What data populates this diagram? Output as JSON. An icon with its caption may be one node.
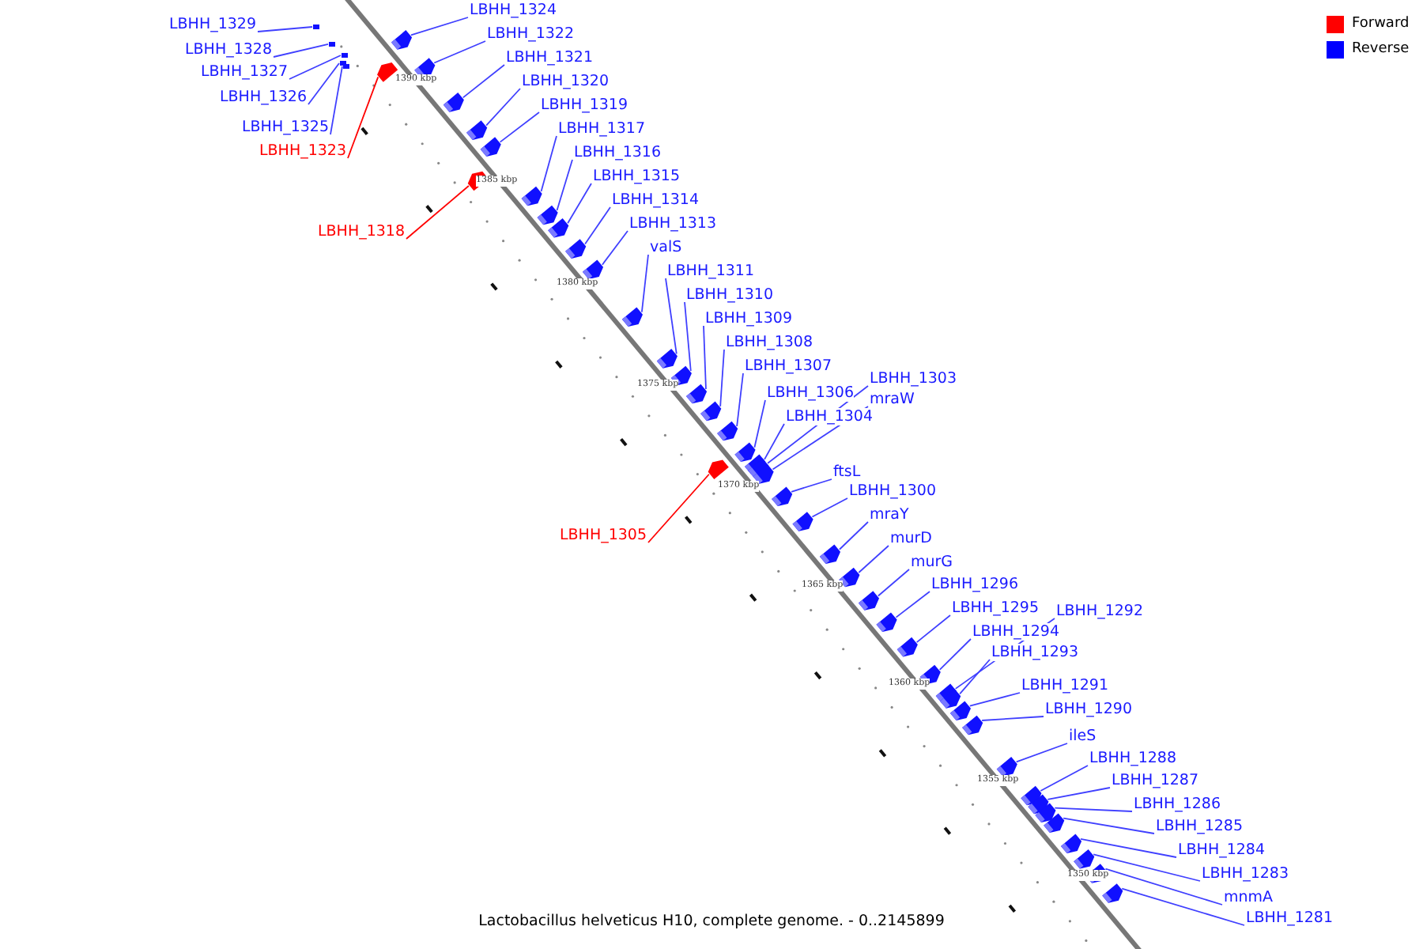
{
  "diagram": {
    "caption": "Lactobacillus helveticus H10, complete genome. - 0..2145899",
    "nodes": [
      {
        "text": [
          "LBHH_1324"
        ]
      },
      {
        "text": [
          "LBHH_1329"
        ]
      },
      {
        "text": [
          "LBHH_1322"
        ]
      },
      {
        "text": [
          "LBHH_1328"
        ]
      },
      {
        "text": [
          "LBHH_1321"
        ]
      },
      {
        "text": [
          "LBHH_1327"
        ]
      },
      {
        "text": [
          "LBHH_1320"
        ]
      },
      {
        "text": [
          "LBHH_1326"
        ]
      },
      {
        "text": [
          "LBHH_1319"
        ]
      },
      {
        "text": [
          "LBHH_1325"
        ]
      },
      {
        "text": [
          "LBHH_1317"
        ]
      },
      {
        "text": [
          "LBHH_1323"
        ]
      },
      {
        "text": [
          "LBHH_1316"
        ]
      },
      {
        "text": [
          "LBHH_1315"
        ]
      },
      {
        "text": [
          "LBHH_1314"
        ]
      },
      {
        "text": [
          "LBHH_1313"
        ]
      },
      {
        "text": [
          "LBHH_1318"
        ]
      },
      {
        "text": [
          "valS"
        ]
      },
      {
        "text": [
          "LBHH_1311"
        ]
      },
      {
        "text": [
          "LBHH_1310"
        ]
      },
      {
        "text": [
          "LBHH_1309"
        ]
      },
      {
        "text": [
          "LBHH_1308"
        ]
      },
      {
        "text": [
          "LBHH_1307"
        ]
      },
      {
        "text": [
          "LBHH_1303"
        ]
      },
      {
        "text": [
          "LBHH_1306"
        ]
      },
      {
        "text": [
          "mraW"
        ]
      },
      {
        "text": [
          "LBHH_1304"
        ]
      },
      {
        "text": [
          "ftsL"
        ]
      },
      {
        "text": [
          "LBHH_1300"
        ]
      },
      {
        "text": [
          "mraY"
        ]
      },
      {
        "text": [
          "LBHH_1305"
        ]
      },
      {
        "text": [
          "murD"
        ]
      },
      {
        "text": [
          "murG"
        ]
      },
      {
        "text": [
          "LBHH_1296"
        ]
      },
      {
        "text": [
          "LBHH_1295"
        ]
      },
      {
        "text": [
          "LBHH_1292"
        ]
      },
      {
        "text": [
          "LBHH_1294"
        ]
      },
      {
        "text": [
          "LBHH_1293"
        ]
      },
      {
        "text": [
          "LBHH_1291"
        ]
      },
      {
        "text": [
          "LBHH_1290"
        ]
      },
      {
        "text": [
          "ileS"
        ]
      },
      {
        "text": [
          "LBHH_1288"
        ]
      },
      {
        "text": [
          "LBHH_1287"
        ]
      },
      {
        "text": [
          "LBHH_1286"
        ]
      },
      {
        "text": [
          "LBHH_1285"
        ]
      },
      {
        "text": [
          "LBHH_1284"
        ]
      },
      {
        "text": [
          "LBHH_1283"
        ]
      },
      {
        "text": [
          "mnmA"
        ]
      },
      {
        "text": [
          "LBHH_1281"
        ]
      },
      {
        "text": [],
        "shape": "box"
      },
      {
        "text": [],
        "shape": "box"
      },
      {
        "text": [],
        "shape": "box"
      },
      {
        "text": [],
        "shape": "box"
      },
      {
        "text": [],
        "shape": "box"
      },
      {
        "text": [],
        "shape": "box"
      },
      {
        "text": [],
        "shape": "box"
      },
      {
        "text": [],
        "shape": "box"
      },
      {
        "text": [],
        "shape": "box"
      },
      {
        "text": [],
        "shape": "box"
      },
      {
        "text": [],
        "shape": "box"
      },
      {
        "text": [],
        "shape": "box"
      },
      {
        "text": [],
        "shape": "box"
      },
      {
        "text": [],
        "shape": "box"
      },
      {
        "text": [],
        "shape": "box"
      },
      {
        "text": [],
        "shape": "box"
      },
      {
        "text": [],
        "shape": "box"
      },
      {
        "text": [],
        "shape": "box"
      },
      {
        "text": [],
        "shape": "box"
      },
      {
        "text": [],
        "shape": "box"
      },
      {
        "text": [],
        "shape": "box"
      },
      {
        "text": [],
        "shape": "box"
      },
      {
        "text": [],
        "shape": "box"
      },
      {
        "text": [],
        "shape": "box"
      },
      {
        "text": [],
        "shape": "box"
      },
      {
        "text": [],
        "shape": "box"
      },
      {
        "text": [],
        "shape": "box"
      },
      {
        "text": [],
        "shape": "box"
      },
      {
        "text": [],
        "shape": "box"
      },
      {
        "text": [],
        "shape": "box"
      },
      {
        "text": [],
        "shape": "box"
      },
      {
        "text": [],
        "shape": "box"
      },
      {
        "text": [],
        "shape": "box"
      },
      {
        "text": [],
        "shape": "box"
      },
      {
        "text": [],
        "shape": "box"
      },
      {
        "text": [],
        "shape": "box"
      },
      {
        "text": [],
        "shape": "box"
      },
      {
        "text": [],
        "shape": "box"
      },
      {
        "text": [],
        "shape": "box"
      },
      {
        "text": [],
        "shape": "box"
      },
      {
        "text": [],
        "shape": "box"
      },
      {
        "text": [],
        "shape": "box"
      },
      {
        "text": [],
        "shape": "box"
      },
      {
        "text": [],
        "shape": "box"
      },
      {
        "text": [],
        "shape": "box"
      },
      {
        "text": [],
        "shape": "box"
      },
      {
        "text": [],
        "shape": "box"
      },
      {
        "text": [],
        "shape": "box"
      },
      {
        "text": [],
        "shape": "box"
      }
    ],
    "edges": [
      {
        "from": 0,
        "to": 49,
        "arrow": "none"
      },
      {
        "from": 1,
        "to": 50,
        "arrow": "none"
      },
      {
        "from": 2,
        "to": 51,
        "arrow": "none"
      },
      {
        "from": 3,
        "to": 52,
        "arrow": "none"
      },
      {
        "from": 4,
        "to": 53,
        "arrow": "none"
      },
      {
        "from": 5,
        "to": 54,
        "arrow": "none"
      },
      {
        "from": 6,
        "to": 55,
        "arrow": "none"
      },
      {
        "from": 7,
        "to": 56,
        "arrow": "none"
      },
      {
        "from": 8,
        "to": 57,
        "arrow": "none"
      },
      {
        "from": 9,
        "to": 58,
        "arrow": "none"
      },
      {
        "from": 10,
        "to": 59,
        "arrow": "none"
      },
      {
        "from": 11,
        "to": 60,
        "arrow": "none",
        "color": "#ff0000"
      },
      {
        "from": 12,
        "to": 61,
        "arrow": "none"
      },
      {
        "from": 13,
        "to": 62,
        "arrow": "none"
      },
      {
        "from": 14,
        "to": 63,
        "arrow": "none"
      },
      {
        "from": 15,
        "to": 64,
        "arrow": "none"
      },
      {
        "from": 16,
        "to": 65,
        "arrow": "none",
        "color": "#ff0000"
      },
      {
        "from": 17,
        "to": 66,
        "arrow": "none"
      },
      {
        "from": 18,
        "to": 67,
        "arrow": "none"
      },
      {
        "from": 19,
        "to": 68,
        "arrow": "none"
      },
      {
        "from": 20,
        "to": 69,
        "arrow": "none"
      },
      {
        "from": 21,
        "to": 70,
        "arrow": "none"
      },
      {
        "from": 22,
        "to": 71,
        "arrow": "none"
      },
      {
        "from": 23,
        "to": 72,
        "arrow": "none"
      },
      {
        "from": 24,
        "to": 73,
        "arrow": "none"
      },
      {
        "from": 25,
        "to": 74,
        "arrow": "none"
      },
      {
        "from": 26,
        "to": 75,
        "arrow": "none"
      },
      {
        "from": 27,
        "to": 76,
        "arrow": "none"
      },
      {
        "from": 28,
        "to": 77,
        "arrow": "none"
      },
      {
        "from": 29,
        "to": 78,
        "arrow": "none"
      },
      {
        "from": 30,
        "to": 79,
        "arrow": "none",
        "color": "#ff0000"
      },
      {
        "from": 31,
        "to": 80,
        "arrow": "none"
      },
      {
        "from": 32,
        "to": 81,
        "arrow": "none"
      },
      {
        "from": 33,
        "to": 82,
        "arrow": "none"
      },
      {
        "from": 34,
        "to": 83,
        "arrow": "none"
      },
      {
        "from": 35,
        "to": 84,
        "arrow": "none"
      },
      {
        "from": 36,
        "to": 85,
        "arrow": "none"
      },
      {
        "from": 37,
        "to": 86,
        "arrow": "none"
      },
      {
        "from": 38,
        "to": 87,
        "arrow": "none"
      },
      {
        "from": 39,
        "to": 88,
        "arrow": "none"
      },
      {
        "from": 40,
        "to": 89,
        "arrow": "none"
      },
      {
        "from": 41,
        "to": 90,
        "arrow": "none"
      },
      {
        "from": 42,
        "to": 91,
        "arrow": "none"
      },
      {
        "from": 43,
        "to": 92,
        "arrow": "none"
      },
      {
        "from": 44,
        "to": 93,
        "arrow": "none"
      },
      {
        "from": 45,
        "to": 94,
        "arrow": "none"
      },
      {
        "from": 46,
        "to": 95,
        "arrow": "none"
      },
      {
        "from": 47,
        "to": 96,
        "arrow": "none"
      },
      {
        "from": 48,
        "to": 97,
        "arrow": "none"
      }
    ],
    "labels": [
      "1390 kbp",
      "1385 kbp",
      "1380 kbp",
      "1375 kbp",
      "1370 kbp",
      "1365 kbp",
      "1360 kbp",
      "1355 kbp",
      "1350 kbp"
    ],
    "legend": [
      {
        "text": "Forward",
        "color": "#ff0000"
      },
      {
        "text": "Reverse",
        "color": "#0000ff"
      }
    ]
  }
}
